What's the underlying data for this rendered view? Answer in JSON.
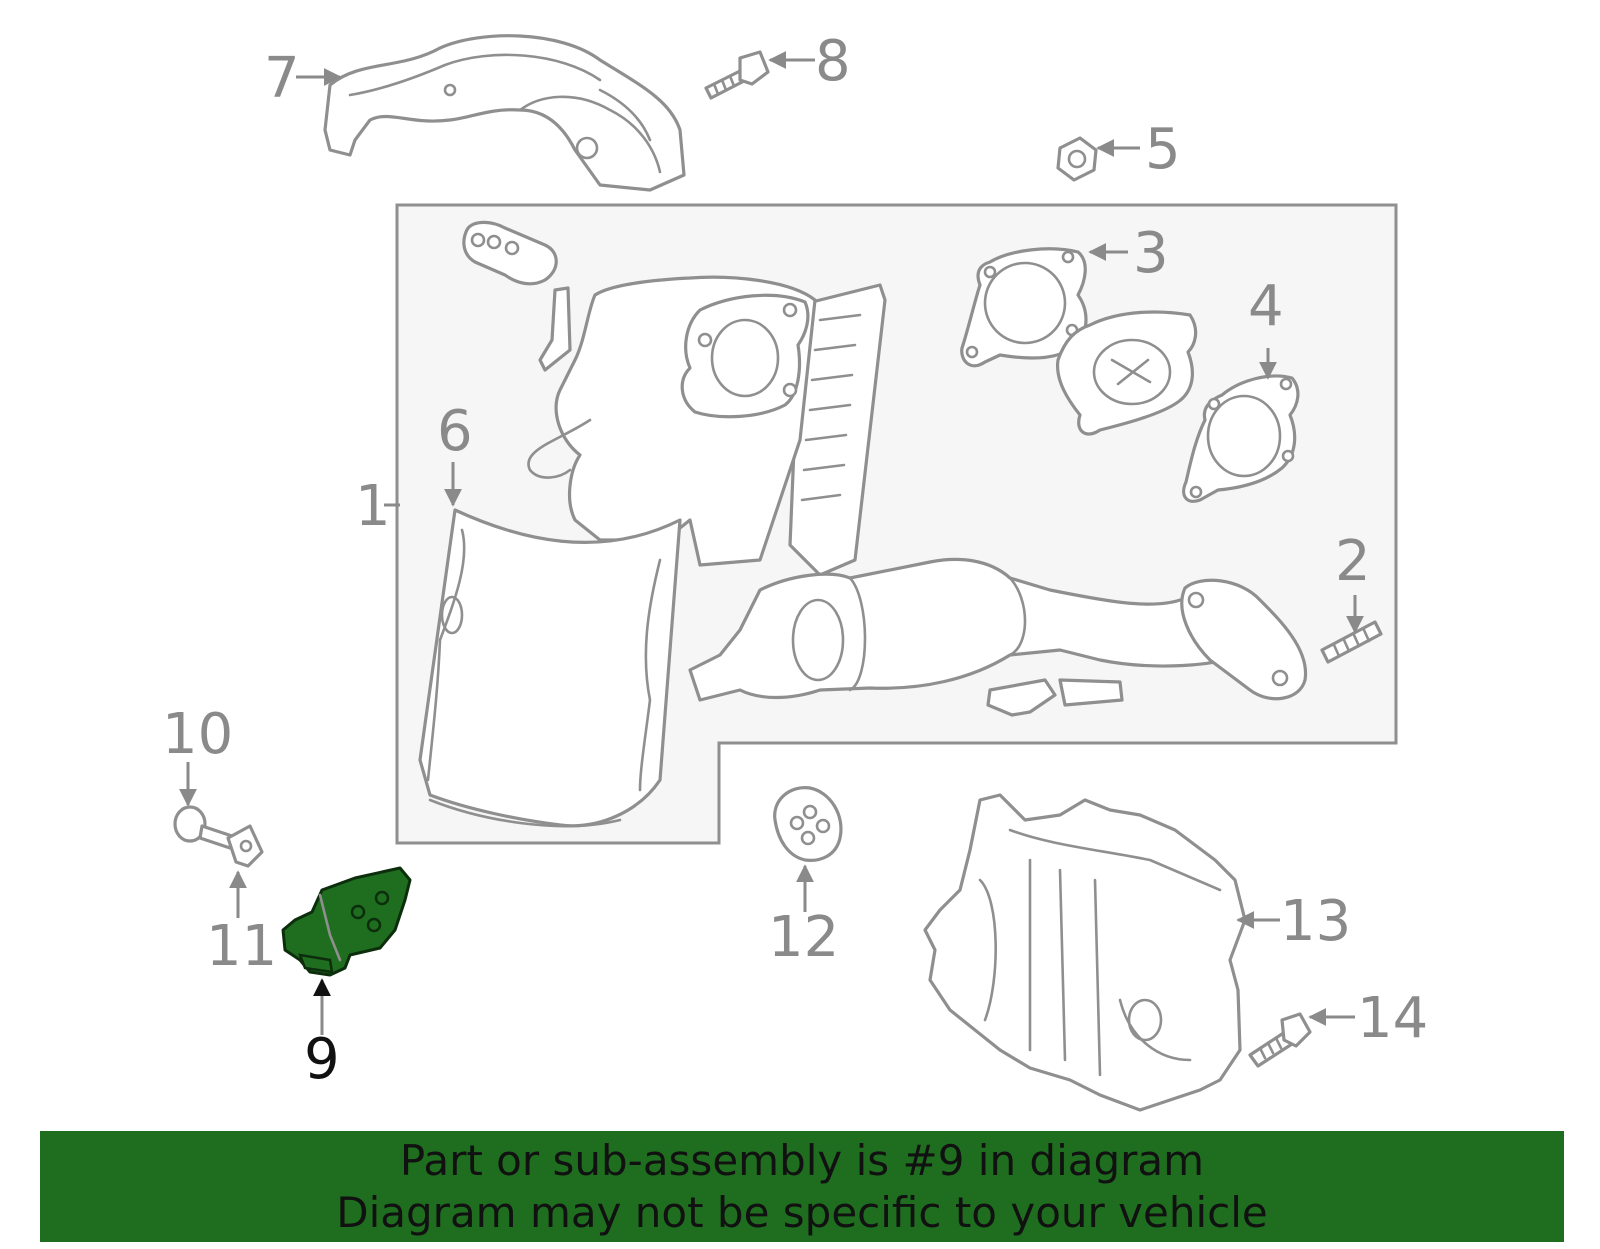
{
  "callouts": {
    "c1": "1",
    "c2": "2",
    "c3": "3",
    "c4": "4",
    "c5": "5",
    "c6": "6",
    "c7": "7",
    "c8": "8",
    "c9": "9",
    "c10": "10",
    "c11": "11",
    "c12": "12",
    "c13": "13",
    "c14": "14"
  },
  "highlight": {
    "callout": "9",
    "color": "#1f6e1f"
  },
  "banner": {
    "line1": "Part or sub-assembly is #9 in diagram",
    "line2": "Diagram may not be specific to your vehicle",
    "background": "#1f6e1f"
  },
  "colors": {
    "line": "#8f8f8f",
    "assembly_box": "#f6f6f6"
  }
}
